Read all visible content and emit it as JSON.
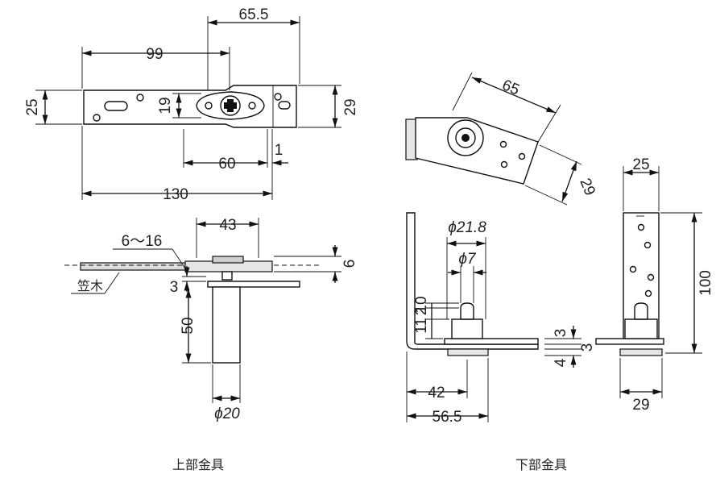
{
  "upper": {
    "caption": "上部金具",
    "dims": {
      "d65_5": "65.5",
      "d99": "99",
      "d25": "25",
      "d19": "19",
      "d29": "29",
      "d60": "60",
      "d1": "1",
      "d130": "130",
      "d43": "43",
      "d6_16": "6〜16",
      "d6": "6",
      "d3": "3",
      "d50": "50",
      "phi20": "ϕ20"
    },
    "label_kasagi": "笠木"
  },
  "lower": {
    "caption": "下部金具",
    "dims": {
      "d65": "65",
      "d29_rot": "29",
      "d25": "25",
      "d100": "100",
      "phi21_8": "ϕ21.8",
      "phi7": "ϕ7",
      "d2": "2",
      "d11": "11",
      "d10": "10",
      "d3a": "3",
      "d3b": "3",
      "d4": "4",
      "d42": "42",
      "d56_5": "56.5",
      "d29": "29"
    }
  }
}
